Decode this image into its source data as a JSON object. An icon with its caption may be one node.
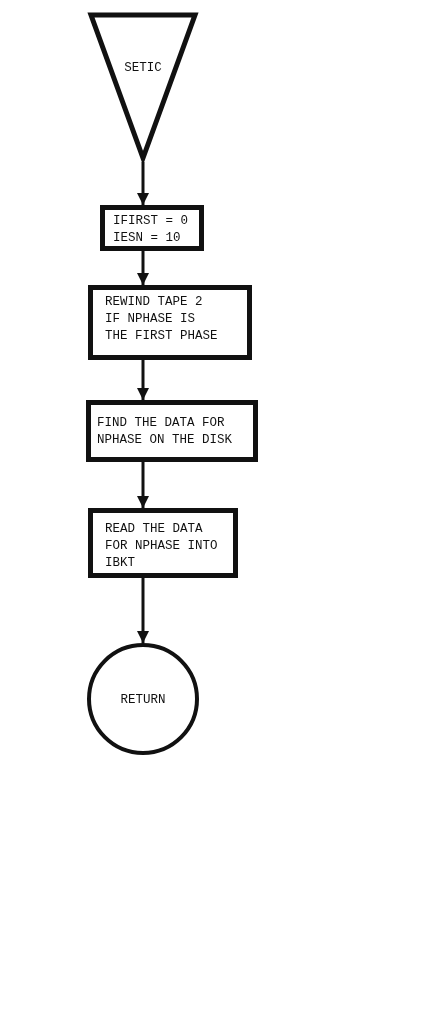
{
  "diagram": {
    "nodes": [
      {
        "text": [
          "SETIC"
        ]
      },
      {
        "text": [
          "IFIRST = 0 IESN = 10"
        ]
      },
      {
        "text": [
          "REWIND TAPE 2 IF NPHASE IS THE FIRST PHASE"
        ]
      },
      {
        "text": [
          "FIND THE DATA FOR NPHASE ON THE DISK"
        ]
      },
      {
        "text": [
          "READ THE DATA FOR NPHASE INTO IBKT"
        ]
      },
      {
        "text": [
          "RETURN"
        ]
      }
    ],
    "edges": [
      {
        "from": 0,
        "to": 1,
        "arrow": "to"
      },
      {
        "from": 1,
        "to": 2,
        "arrow": "to"
      },
      {
        "from": 2,
        "to": 3,
        "arrow": "to"
      },
      {
        "from": 3,
        "to": 4,
        "arrow": "to"
      },
      {
        "from": 4,
        "to": 5,
        "arrow": "to"
      }
    ]
  }
}
